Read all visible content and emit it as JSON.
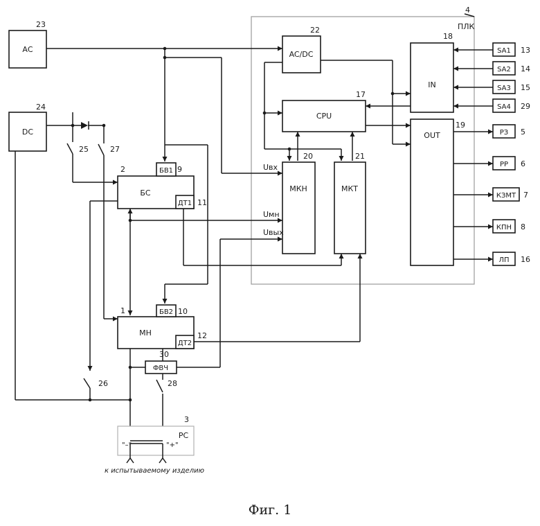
{
  "blocks": {
    "ac": "АС",
    "dc": "DC",
    "bs": "БС",
    "bv1": "БВ1",
    "dt1": "ДТ1",
    "mn": "МН",
    "bv2": "БВ2",
    "dt2": "ДТ2",
    "fvch": "ФВЧ",
    "plk": "ПЛК",
    "acdc": "AC/DC",
    "cpu": "CPU",
    "in": "IN",
    "out": "OUT",
    "mkn": "МКН",
    "mkt": "МКТ",
    "sa1": "SA1",
    "sa2": "SA2",
    "sa3": "SA3",
    "sa4": "SA4",
    "rz": "РЗ",
    "rr": "РР",
    "kzmt": "КЗМТ",
    "kpn": "КПН",
    "lp": "ЛП",
    "rs": "РС"
  },
  "refs": {
    "ac": "23",
    "dc": "24",
    "plk": "4",
    "acdc": "22",
    "in": "18",
    "cpu": "17",
    "out": "19",
    "mkn": "20",
    "mkt": "21",
    "bs": "2",
    "bv1": "9",
    "dt1": "11",
    "mn": "1",
    "bv2": "10",
    "dt2": "12",
    "fvch": "30",
    "rs": "3",
    "sw25": "25",
    "sw27": "27",
    "sw26": "26",
    "sw28": "28",
    "sa1": "13",
    "sa2": "14",
    "sa3": "15",
    "sa4": "29",
    "rz": "5",
    "rr": "6",
    "kzmt": "7",
    "kpn": "8",
    "lp": "16"
  },
  "signals": {
    "uvx": "Uвх",
    "umn": "Uмн",
    "uvyx": "Uвых"
  },
  "terminals": {
    "minus": "\"–\"",
    "plus": "\"+\""
  },
  "target_text": "к испытываемому изделию",
  "caption": "Фиг. 1"
}
